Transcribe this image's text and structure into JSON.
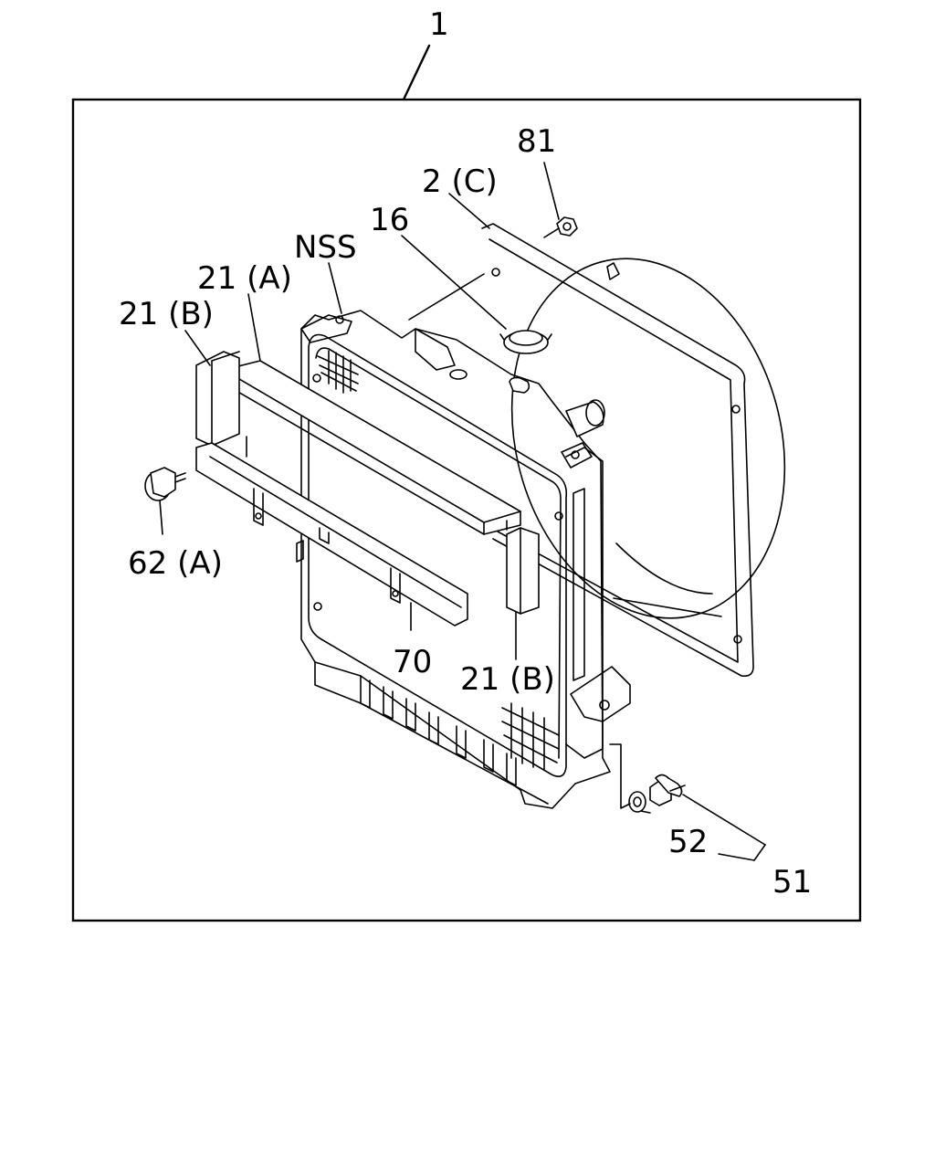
{
  "labels": {
    "assembly": "1",
    "fan_shroud": "2 (C)",
    "shroud_bolt": "81",
    "radiator_cap": "16",
    "nss": "NSS",
    "bracket_a": "21 (A)",
    "bracket_b_left": "21 (B)",
    "bolt": "62 (A)",
    "plate": "70",
    "bracket_b_right": "21 (B)",
    "washer": "52",
    "drain_plug": "51"
  }
}
